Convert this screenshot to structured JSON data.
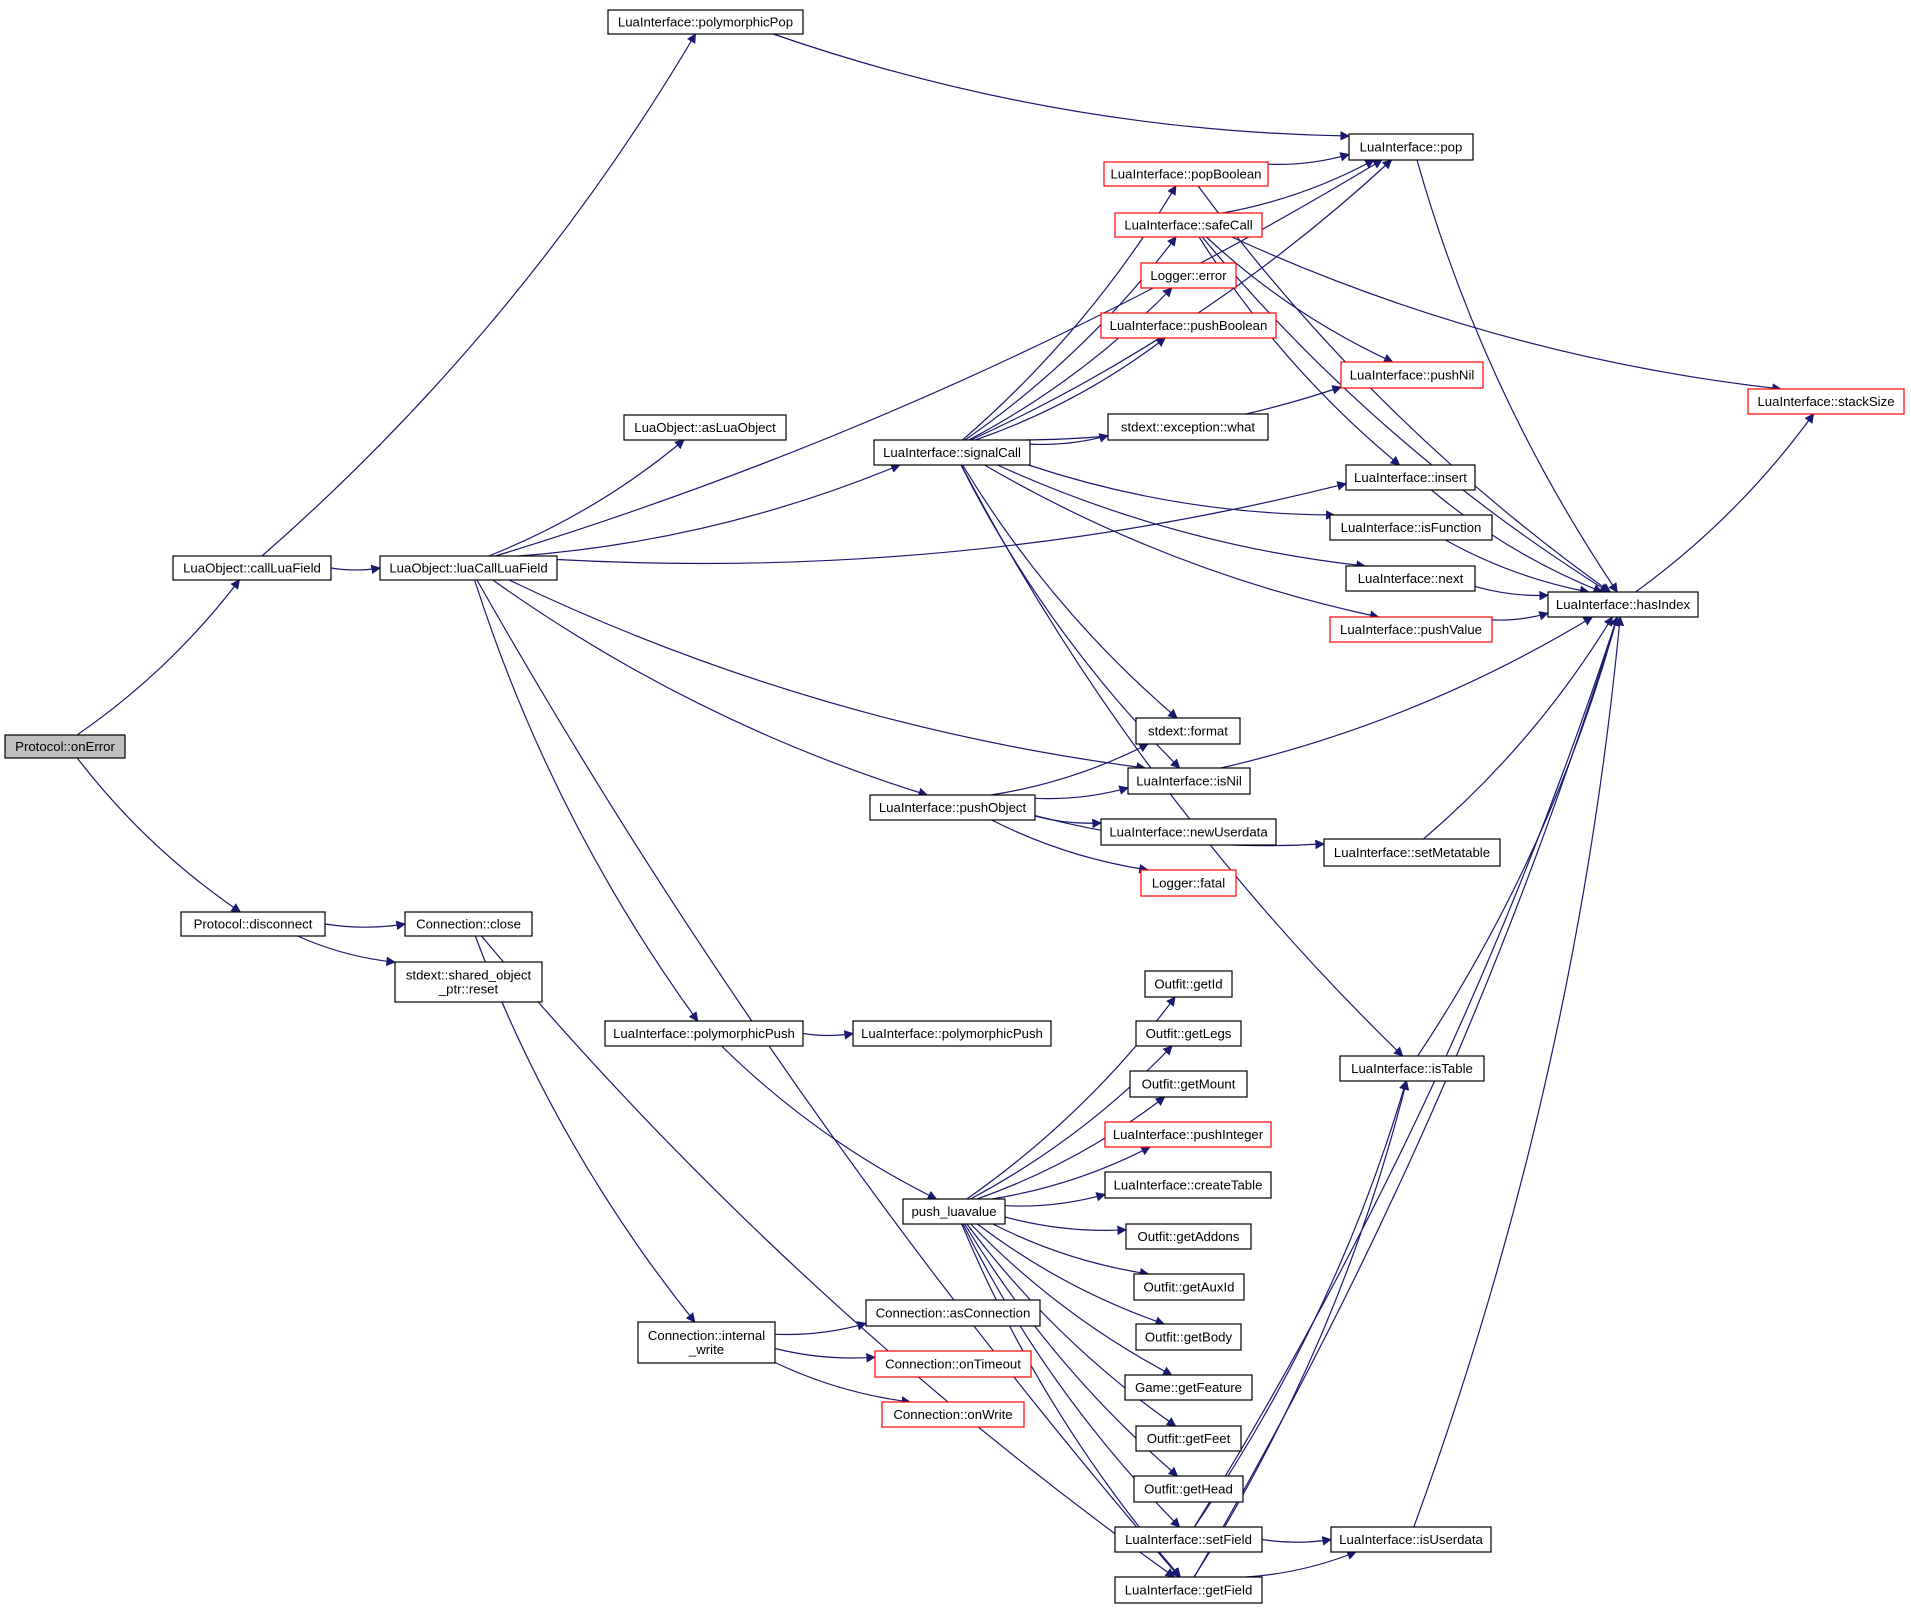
{
  "colors": {
    "edge": "#191970",
    "node_border": "#000000",
    "truncated_node_border": "#ff0000",
    "root_fill": "#bfbfbf",
    "node_fill": "#ffffff"
  },
  "nodes": [
    {
      "id": "onError",
      "label": "Protocol::onError",
      "style": "root"
    },
    {
      "id": "callLuaField",
      "label": "LuaObject::callLuaField"
    },
    {
      "id": "disconnect",
      "label": "Protocol::disconnect"
    },
    {
      "id": "polymorphicPop",
      "label": "LuaInterface::polymorphicPop"
    },
    {
      "id": "luaCallLuaField",
      "label": "LuaObject::luaCallLuaField"
    },
    {
      "id": "asLuaObject",
      "label": "LuaObject::asLuaObject"
    },
    {
      "id": "signalCall",
      "label": "LuaInterface::signalCall"
    },
    {
      "id": "popBoolean",
      "label": "LuaInterface::popBoolean",
      "style": "truncated"
    },
    {
      "id": "safeCall",
      "label": "LuaInterface::safeCall",
      "style": "truncated"
    },
    {
      "id": "loggerError",
      "label": "Logger::error",
      "style": "truncated"
    },
    {
      "id": "pushBoolean",
      "label": "LuaInterface::pushBoolean",
      "style": "truncated"
    },
    {
      "id": "pop",
      "label": "LuaInterface::pop"
    },
    {
      "id": "pushNil",
      "label": "LuaInterface::pushNil",
      "style": "truncated"
    },
    {
      "id": "stackSize",
      "label": "LuaInterface::stackSize",
      "style": "truncated"
    },
    {
      "id": "exceptionWhat",
      "label": "stdext::exception::what"
    },
    {
      "id": "insert",
      "label": "LuaInterface::insert"
    },
    {
      "id": "isFunction",
      "label": "LuaInterface::isFunction"
    },
    {
      "id": "next",
      "label": "LuaInterface::next"
    },
    {
      "id": "hasIndex",
      "label": "LuaInterface::hasIndex"
    },
    {
      "id": "pushValue",
      "label": "LuaInterface::pushValue",
      "style": "truncated"
    },
    {
      "id": "format",
      "label": "stdext::format"
    },
    {
      "id": "isNil",
      "label": "LuaInterface::isNil"
    },
    {
      "id": "pushObject",
      "label": "LuaInterface::pushObject"
    },
    {
      "id": "newUserdata",
      "label": "LuaInterface::newUserdata"
    },
    {
      "id": "loggerFatal",
      "label": "Logger::fatal",
      "style": "truncated"
    },
    {
      "id": "setMetatable",
      "label": "LuaInterface::setMetatable"
    },
    {
      "id": "connClose",
      "label": "Connection::close"
    },
    {
      "id": "sharedReset",
      "label": [
        "stdext::shared_object",
        "_ptr::reset"
      ]
    },
    {
      "id": "polymorphicPushA",
      "label": "LuaInterface::polymorphicPush"
    },
    {
      "id": "polymorphicPushB",
      "label": "LuaInterface::polymorphicPush"
    },
    {
      "id": "getId",
      "label": "Outfit::getId"
    },
    {
      "id": "getLegs",
      "label": "Outfit::getLegs"
    },
    {
      "id": "getMount",
      "label": "Outfit::getMount"
    },
    {
      "id": "pushInteger",
      "label": "LuaInterface::pushInteger",
      "style": "truncated"
    },
    {
      "id": "createTable",
      "label": "LuaInterface::createTable"
    },
    {
      "id": "pushLuavalue",
      "label": "push_luavalue"
    },
    {
      "id": "getAddons",
      "label": "Outfit::getAddons"
    },
    {
      "id": "getAuxId",
      "label": "Outfit::getAuxId"
    },
    {
      "id": "getBody",
      "label": "Outfit::getBody"
    },
    {
      "id": "getFeature",
      "label": "Game::getFeature"
    },
    {
      "id": "getFeet",
      "label": "Outfit::getFeet"
    },
    {
      "id": "getHead",
      "label": "Outfit::getHead"
    },
    {
      "id": "setField",
      "label": "LuaInterface::setField"
    },
    {
      "id": "getField",
      "label": "LuaInterface::getField"
    },
    {
      "id": "isUserdata",
      "label": "LuaInterface::isUserdata"
    },
    {
      "id": "isTable",
      "label": "LuaInterface::isTable"
    },
    {
      "id": "internalWrite",
      "label": [
        "Connection::internal",
        "_write"
      ]
    },
    {
      "id": "asConnection",
      "label": "Connection::asConnection"
    },
    {
      "id": "onTimeout",
      "label": "Connection::onTimeout",
      "style": "truncated"
    },
    {
      "id": "onWrite",
      "label": "Connection::onWrite",
      "style": "truncated"
    }
  ],
  "edges": [
    [
      "onError",
      "callLuaField"
    ],
    [
      "onError",
      "disconnect"
    ],
    [
      "callLuaField",
      "polymorphicPop"
    ],
    [
      "callLuaField",
      "luaCallLuaField"
    ],
    [
      "polymorphicPop",
      "pop"
    ],
    [
      "luaCallLuaField",
      "asLuaObject"
    ],
    [
      "luaCallLuaField",
      "signalCall"
    ],
    [
      "luaCallLuaField",
      "pop"
    ],
    [
      "luaCallLuaField",
      "insert"
    ],
    [
      "luaCallLuaField",
      "isNil"
    ],
    [
      "luaCallLuaField",
      "pushObject"
    ],
    [
      "luaCallLuaField",
      "polymorphicPushA"
    ],
    [
      "luaCallLuaField",
      "getField"
    ],
    [
      "signalCall",
      "popBoolean"
    ],
    [
      "signalCall",
      "safeCall"
    ],
    [
      "signalCall",
      "loggerError"
    ],
    [
      "signalCall",
      "pushBoolean"
    ],
    [
      "signalCall",
      "pop"
    ],
    [
      "signalCall",
      "pushNil"
    ],
    [
      "signalCall",
      "exceptionWhat"
    ],
    [
      "signalCall",
      "isFunction"
    ],
    [
      "signalCall",
      "next"
    ],
    [
      "signalCall",
      "pushValue"
    ],
    [
      "signalCall",
      "format"
    ],
    [
      "signalCall",
      "isNil"
    ],
    [
      "signalCall",
      "isTable"
    ],
    [
      "popBoolean",
      "pop"
    ],
    [
      "popBoolean",
      "hasIndex"
    ],
    [
      "safeCall",
      "pop"
    ],
    [
      "safeCall",
      "pushNil"
    ],
    [
      "safeCall",
      "stackSize"
    ],
    [
      "safeCall",
      "insert"
    ],
    [
      "safeCall",
      "hasIndex"
    ],
    [
      "pop",
      "hasIndex"
    ],
    [
      "insert",
      "hasIndex"
    ],
    [
      "isFunction",
      "hasIndex"
    ],
    [
      "next",
      "hasIndex"
    ],
    [
      "pushValue",
      "hasIndex"
    ],
    [
      "hasIndex",
      "stackSize"
    ],
    [
      "isNil",
      "hasIndex"
    ],
    [
      "pushObject",
      "format"
    ],
    [
      "pushObject",
      "isNil"
    ],
    [
      "pushObject",
      "newUserdata"
    ],
    [
      "pushObject",
      "loggerFatal"
    ],
    [
      "pushObject",
      "setMetatable"
    ],
    [
      "setMetatable",
      "hasIndex"
    ],
    [
      "disconnect",
      "connClose"
    ],
    [
      "disconnect",
      "sharedReset"
    ],
    [
      "connClose",
      "internalWrite"
    ],
    [
      "connClose",
      "getField"
    ],
    [
      "polymorphicPushA",
      "polymorphicPushB"
    ],
    [
      "polymorphicPushA",
      "pushLuavalue"
    ],
    [
      "pushLuavalue",
      "getId"
    ],
    [
      "pushLuavalue",
      "getLegs"
    ],
    [
      "pushLuavalue",
      "getMount"
    ],
    [
      "pushLuavalue",
      "pushInteger"
    ],
    [
      "pushLuavalue",
      "createTable"
    ],
    [
      "pushLuavalue",
      "getAddons"
    ],
    [
      "pushLuavalue",
      "getAuxId"
    ],
    [
      "pushLuavalue",
      "getBody"
    ],
    [
      "pushLuavalue",
      "getFeature"
    ],
    [
      "pushLuavalue",
      "getFeet"
    ],
    [
      "pushLuavalue",
      "getHead"
    ],
    [
      "pushLuavalue",
      "setField"
    ],
    [
      "pushLuavalue",
      "getField"
    ],
    [
      "setField",
      "hasIndex"
    ],
    [
      "setField",
      "isUserdata"
    ],
    [
      "setField",
      "isTable"
    ],
    [
      "getField",
      "isUserdata"
    ],
    [
      "getField",
      "isTable"
    ],
    [
      "getField",
      "hasIndex"
    ],
    [
      "isUserdata",
      "hasIndex"
    ],
    [
      "isTable",
      "hasIndex"
    ],
    [
      "internalWrite",
      "asConnection"
    ],
    [
      "internalWrite",
      "onTimeout"
    ],
    [
      "internalWrite",
      "onWrite"
    ]
  ]
}
